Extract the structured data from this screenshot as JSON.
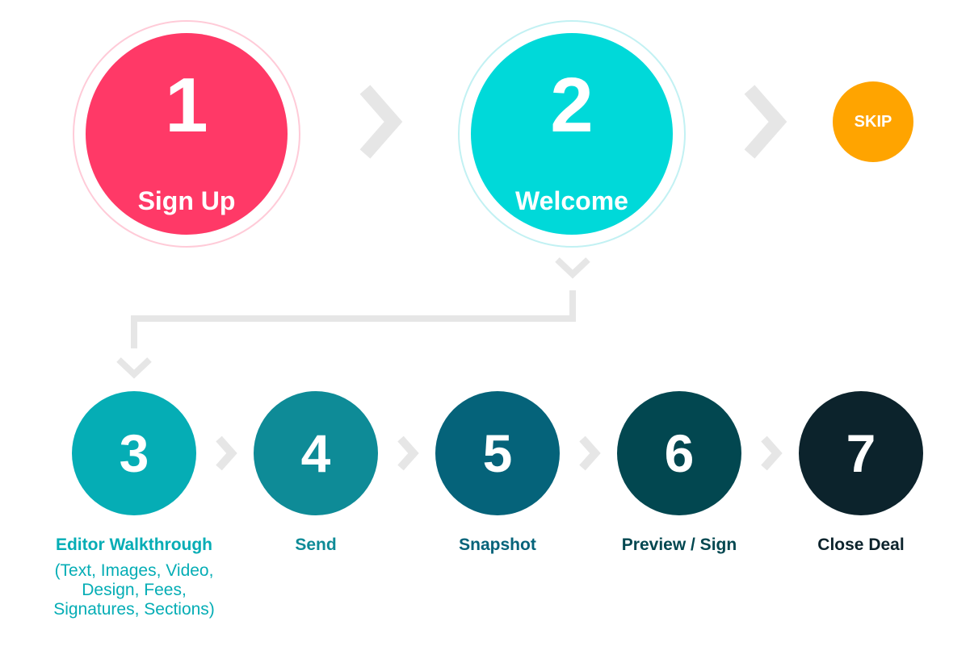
{
  "colors": {
    "connector": "#E6E6E6",
    "step1": "#FF3967",
    "step1_ring": "#FFCBD8",
    "step2": "#00D9D9",
    "step2_ring": "#C2F1F3",
    "skip": "#FFA400",
    "step3": "#05ADB5",
    "step4": "#0E8B97",
    "step5": "#05637A",
    "step6": "#024750",
    "step7": "#0C232C",
    "white": "#FFFFFF"
  },
  "top_steps": [
    {
      "number": "1",
      "label": "Sign Up"
    },
    {
      "number": "2",
      "label": "Welcome"
    }
  ],
  "skip": {
    "label": "SKIP"
  },
  "steps": [
    {
      "number": "3",
      "label": "Editor Walkthrough",
      "description": [
        "(Text, Images, Video,",
        "Design, Fees,",
        "Signatures, Sections)"
      ]
    },
    {
      "number": "4",
      "label": "Send"
    },
    {
      "number": "5",
      "label": "Snapshot"
    },
    {
      "number": "6",
      "label": "Preview / Sign"
    },
    {
      "number": "7",
      "label": "Close Deal"
    }
  ],
  "icons": {
    "arrow_right": "chevron-right-icon",
    "arrow_down": "chevron-down-icon"
  }
}
